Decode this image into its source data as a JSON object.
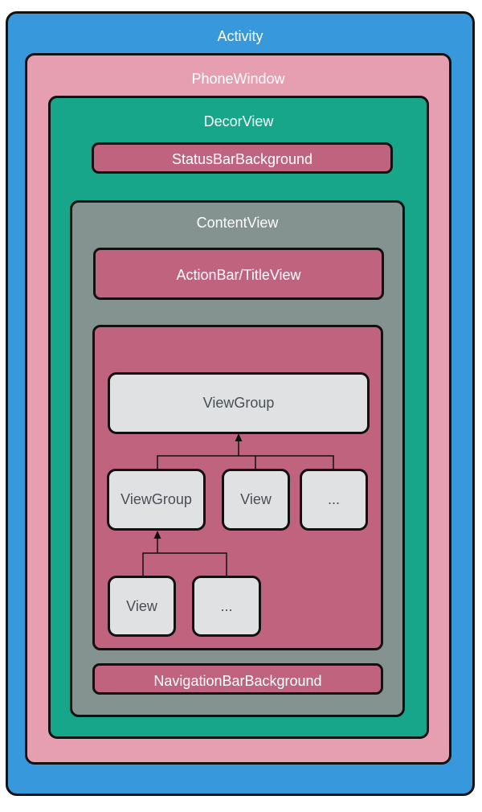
{
  "layers": {
    "activity": "Activity",
    "phone_window": "PhoneWindow",
    "decor_view": "DecorView",
    "status_bar_background": "StatusBarBackground",
    "content_view": "ContentView",
    "action_bar": "ActionBar/TitleView",
    "navigation_bar_background": "NavigationBarBackground"
  },
  "tree": {
    "root": "ViewGroup",
    "children": [
      "ViewGroup",
      "View",
      "..."
    ],
    "grandchildren": [
      "View",
      "..."
    ]
  },
  "colors": {
    "activity": "#3798dc",
    "phone_window": "#e59fb1",
    "decor_view": "#17a68a",
    "content_view": "#84938f",
    "view_pink": "#c0637f",
    "node_fill": "#dfe1e2"
  }
}
